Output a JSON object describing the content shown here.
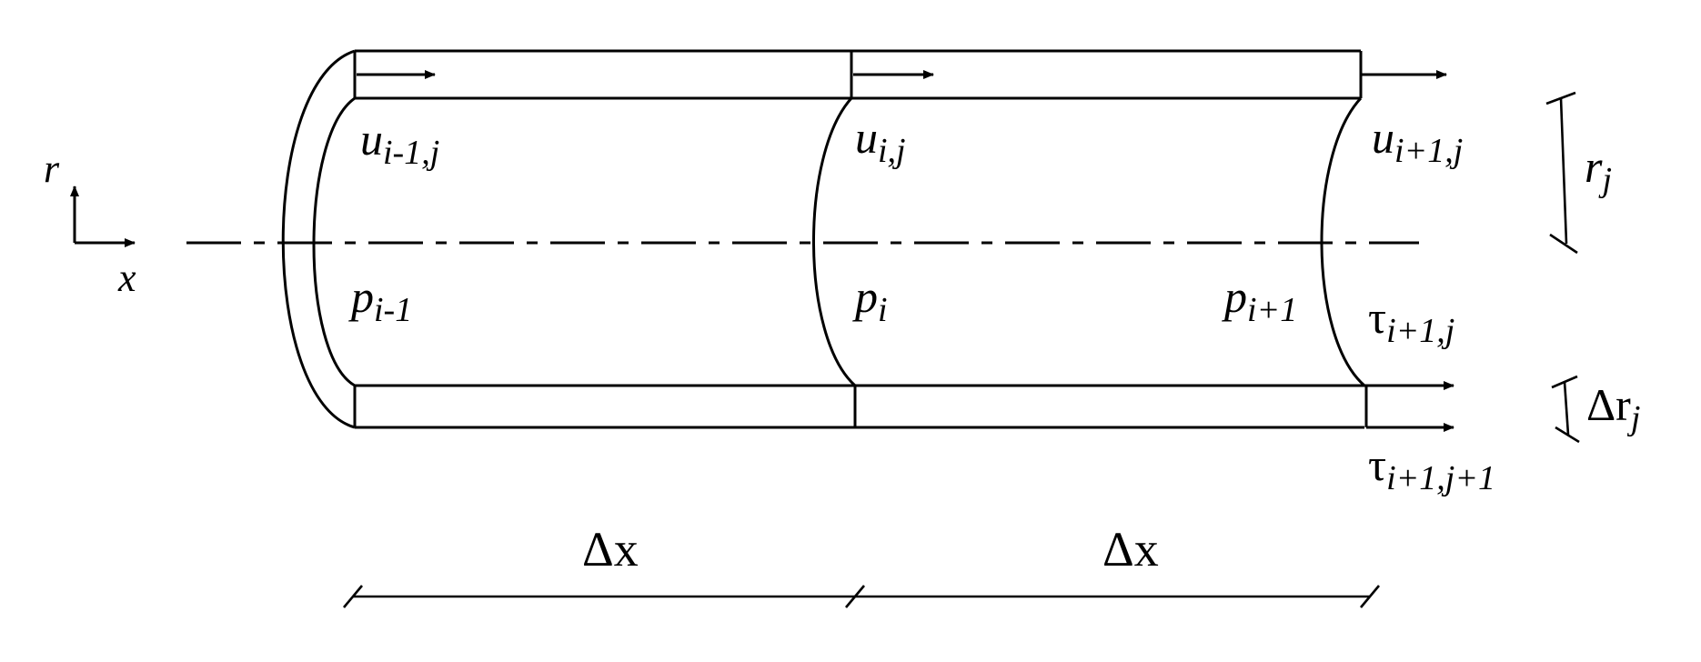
{
  "axes": {
    "vertical": "r",
    "horizontal": "x"
  },
  "velocity_labels": {
    "prev": {
      "base": "u",
      "sub": "i-1,j"
    },
    "curr": {
      "base": "u",
      "sub": "i,j"
    },
    "next": {
      "base": "u",
      "sub": "i+1,j"
    }
  },
  "pressure_labels": {
    "prev": {
      "base": "p",
      "sub": "i-1"
    },
    "curr": {
      "base": "p",
      "sub": "i"
    },
    "next": {
      "base": "p",
      "sub": "i+1"
    }
  },
  "shear_labels": {
    "inner": {
      "base": "τ",
      "sub": "i+1,j"
    },
    "outer": {
      "base": "τ",
      "sub": "i+1,j+1"
    }
  },
  "radius_label": {
    "base": "r",
    "sub": "j"
  },
  "radial_step_label": {
    "base": "Δr",
    "sub": "j"
  },
  "axial_step_labels": [
    "Δx",
    "Δx"
  ]
}
